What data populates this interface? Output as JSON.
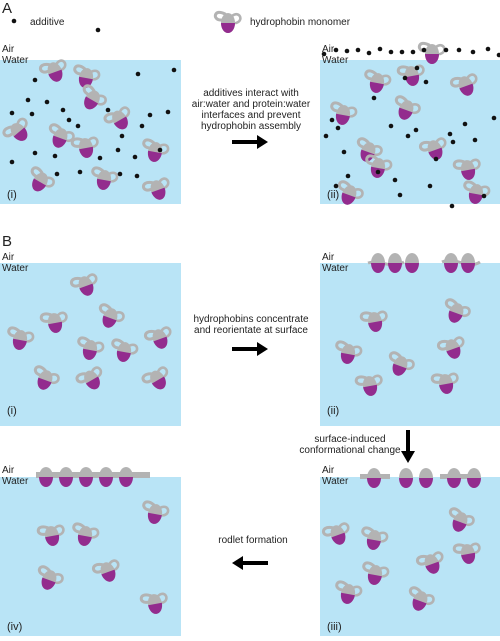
{
  "colors": {
    "water": "#b9e4f6",
    "protein_gray": "#b3b3b3",
    "protein_purple": "#932c8e",
    "additive": "#111111",
    "arrow": "#000000"
  },
  "legend": {
    "additive_label": "additive",
    "monomer_label": "hydrophobin monomer"
  },
  "panel_a": {
    "label": "A",
    "caption_lines": [
      "additives interact with",
      "air:water and protein:water",
      "interfaces and prevent",
      "hydrophobin assembly"
    ],
    "boxes": [
      {
        "id": "A-i",
        "numeral": "(i)",
        "air": "Air",
        "water": "Water"
      },
      {
        "id": "A-ii",
        "numeral": "(ii)",
        "air": "Air",
        "water": "Water"
      }
    ]
  },
  "panel_b": {
    "label": "B",
    "captions": {
      "concentrate": [
        "hydrophobins concentrate",
        "and reorientate at surface"
      ],
      "conformational": [
        "surface-induced",
        "conformational change"
      ],
      "rodlet": [
        "rodlet formation"
      ]
    },
    "boxes": [
      {
        "id": "B-i",
        "numeral": "(i)",
        "air": "Air",
        "water": "Water"
      },
      {
        "id": "B-ii",
        "numeral": "(ii)",
        "air": "Air",
        "water": "Water"
      },
      {
        "id": "B-iii",
        "numeral": "(iii)",
        "air": "Air",
        "water": "Water"
      },
      {
        "id": "B-iv",
        "numeral": "(iv)",
        "air": "Air",
        "water": "Water"
      }
    ]
  }
}
